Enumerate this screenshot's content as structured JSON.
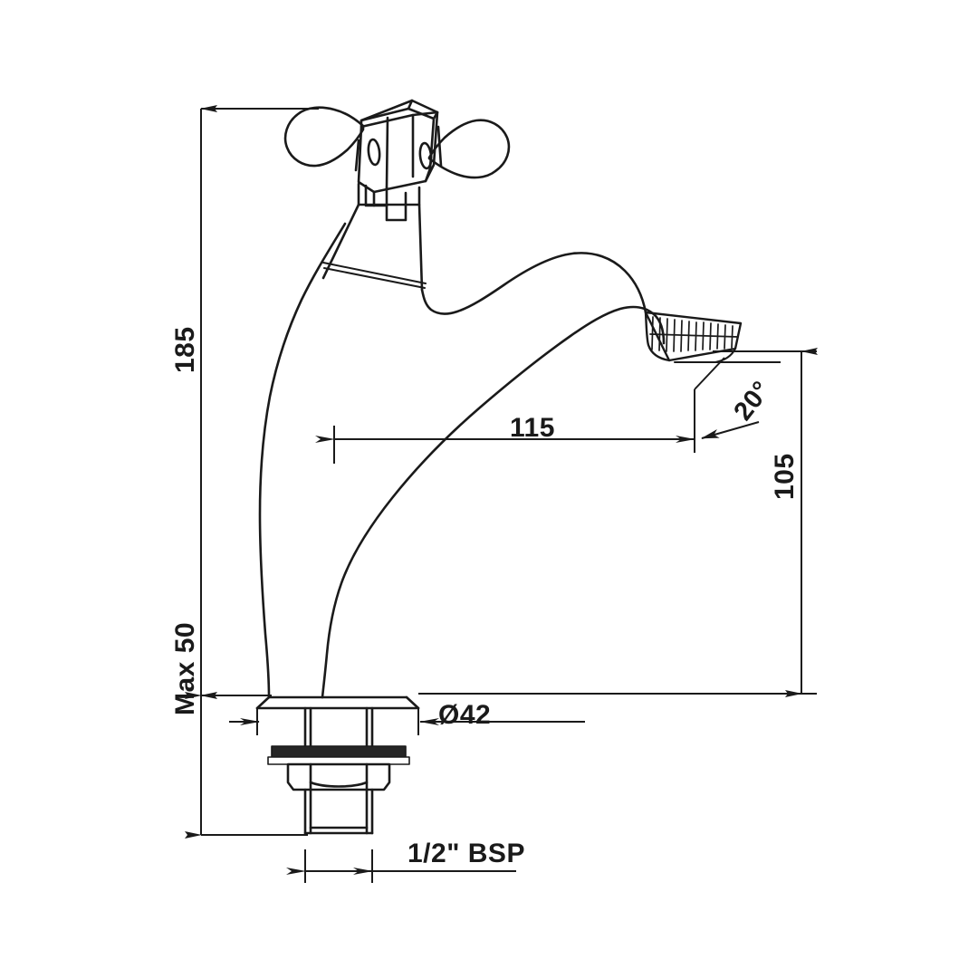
{
  "drawing": {
    "title": "Pillar tap technical dimension drawing",
    "subject": "swan-neck-pillar-tap",
    "view": "side-elevation",
    "background_color": "#ffffff",
    "line_color": "#1a1a1a",
    "text_color": "#1a1a1a"
  },
  "dimensions": {
    "overall_height": {
      "label": "185",
      "orientation": "vertical",
      "rotation_deg": -90
    },
    "spout_reach": {
      "label": "115",
      "orientation": "horizontal",
      "rotation_deg": 0
    },
    "spout_height": {
      "label": "105",
      "orientation": "vertical",
      "rotation_deg": -90
    },
    "outlet_angle": {
      "label": "20°",
      "orientation": "angular",
      "rotation_deg": -52
    },
    "base_diameter": {
      "label": "Ø42",
      "orientation": "horizontal",
      "rotation_deg": 0
    },
    "max_thickness": {
      "label": "Max 50",
      "orientation": "vertical",
      "rotation_deg": -90
    },
    "thread_size": {
      "label": "1/2\" BSP",
      "orientation": "horizontal",
      "rotation_deg": 0
    }
  },
  "parts": [
    {
      "name": "cross-handle",
      "description": "four-lobe cross handle with bulbous ends"
    },
    {
      "name": "handle-hub",
      "description": "rectangular valve hub block"
    },
    {
      "name": "bonnet-collar",
      "description": "tapered bonnet below handle"
    },
    {
      "name": "tap-body",
      "description": "curved S-profile pillar body"
    },
    {
      "name": "swan-neck-spout",
      "description": "curved swan neck spout"
    },
    {
      "name": "aerator-outlet",
      "description": "knurled ribbed outlet ring at 20 degrees"
    },
    {
      "name": "base-flange",
      "description": "conical mounting base"
    },
    {
      "name": "washer",
      "description": "dark filled sealing washer"
    },
    {
      "name": "lock-nut",
      "description": "hex back nut"
    },
    {
      "name": "threaded-shank",
      "description": "1/2 inch BSP threaded tail"
    }
  ]
}
